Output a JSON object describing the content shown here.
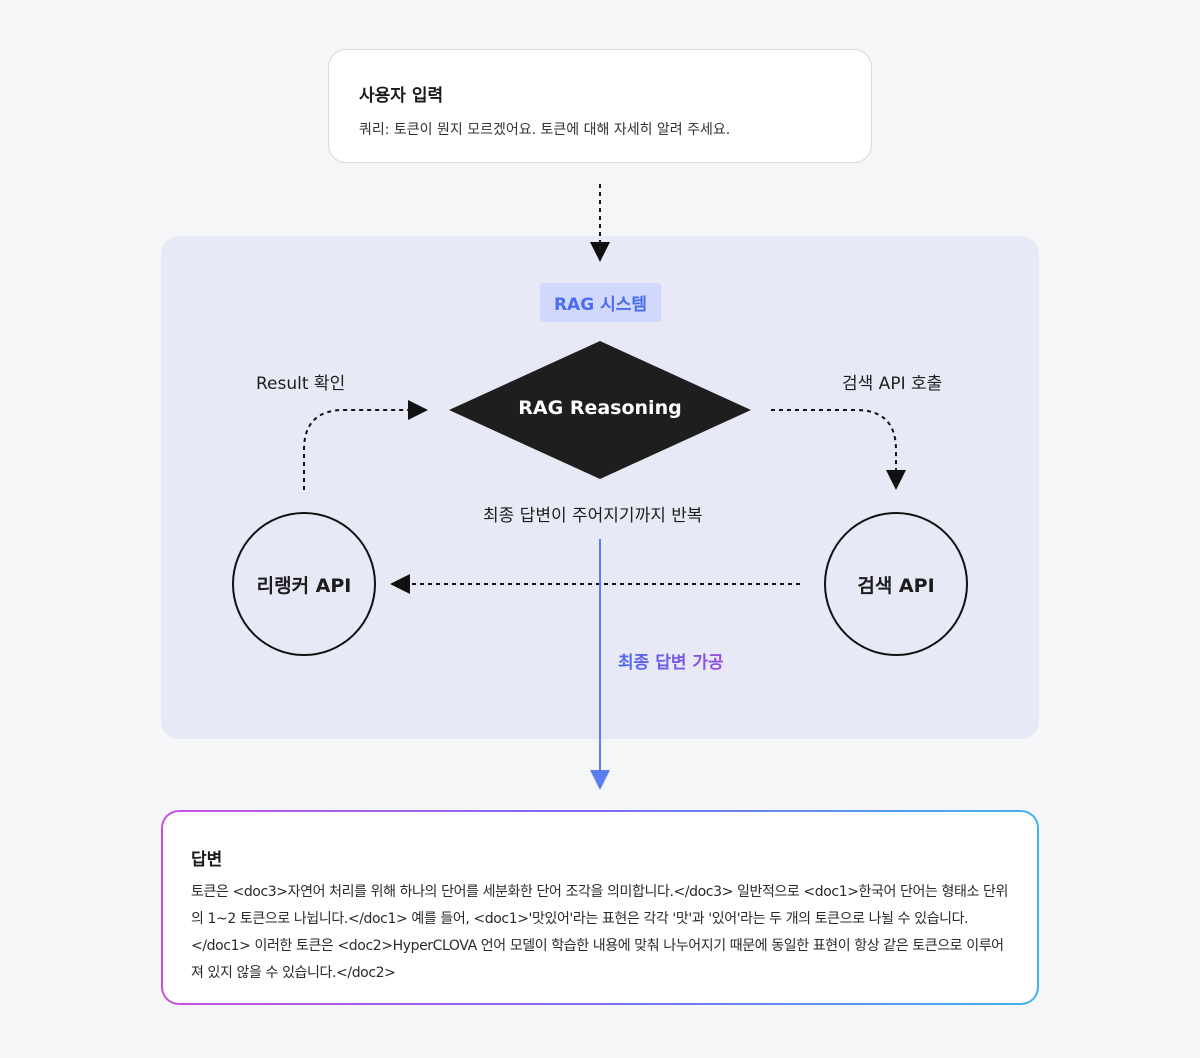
{
  "user_input": {
    "title": "사용자 입력",
    "query": "쿼리: 토큰이 뭔지 모르겠어요. 토큰에 대해 자세히 알려 주세요."
  },
  "rag_system": {
    "badge": "RAG 시스템",
    "reasoning_label": "RAG Reasoning",
    "result_check_label": "Result 확인",
    "search_call_label": "검색 API 호출",
    "repeat_label": "최종 답변이 주어지기까지 반복",
    "final_process_label": "최종 답변 가공",
    "reranker_label": "리랭커 API",
    "search_label": "검색 API"
  },
  "answer": {
    "title": "답변",
    "body": "토큰은 <doc3>자연어 처리를 위해 하나의 단어를 세분화한 단어 조각을 의미합니다.</doc3> 일반적으로 <doc1>한국어 단어는 형태소 단위의 1~2 토큰으로 나뉩니다.</doc1> 예를 들어, <doc1>'맛있어'라는 표현은 각각 '맛'과 '있어'라는 두 개의 토큰으로 나뉠 수 있습니다.</doc1> 이러한 토큰은 <doc2>HyperCLOVA 언어 모델이 학습한 내용에 맞춰 나누어지기 때문에 동일한 표현이 항상 같은 토큰으로 이루어져 있지 않을 수 있습니다.</doc2>"
  },
  "colors": {
    "background": "#f5f6f8",
    "panel": "#e7e9f6",
    "badge_bg": "#d1d8fb",
    "accent_blue": "#4a6cf0",
    "accent_purple": "#9b4bdf",
    "diamond": "#1e1e1e"
  }
}
